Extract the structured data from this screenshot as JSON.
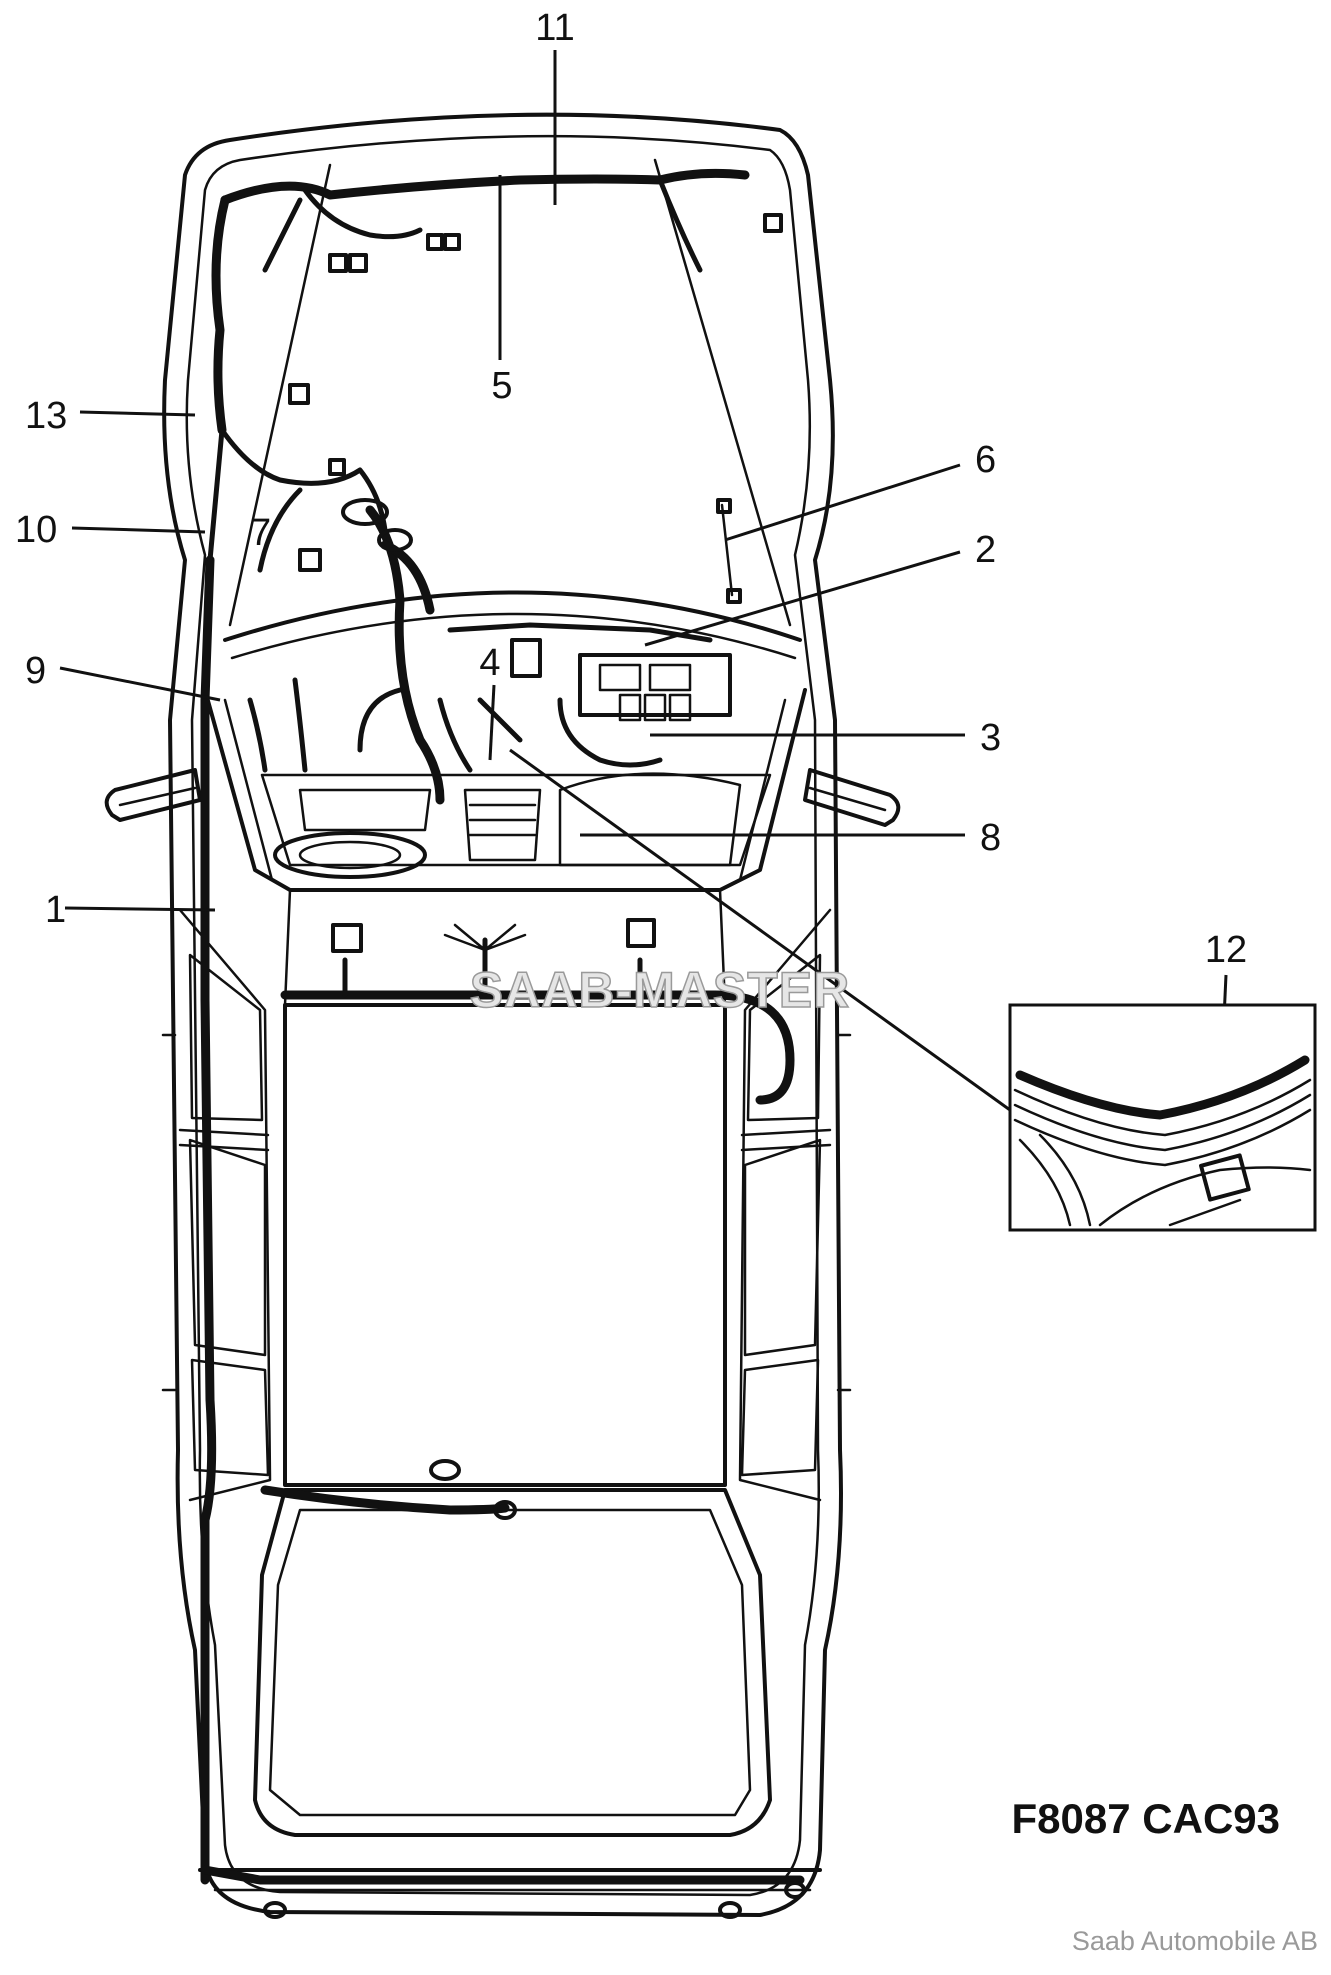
{
  "diagram": {
    "callouts": {
      "c1": "1",
      "c2": "2",
      "c3": "3",
      "c4": "4",
      "c5": "5",
      "c6": "6",
      "c7": "7",
      "c8": "8",
      "c9": "9",
      "c10": "10",
      "c11": "11",
      "c12": "12",
      "c13": "13"
    },
    "watermark": "SAAB-MASTER",
    "figure_code": "F8087 CAC93",
    "copyright": "Saab Automobile AB"
  }
}
